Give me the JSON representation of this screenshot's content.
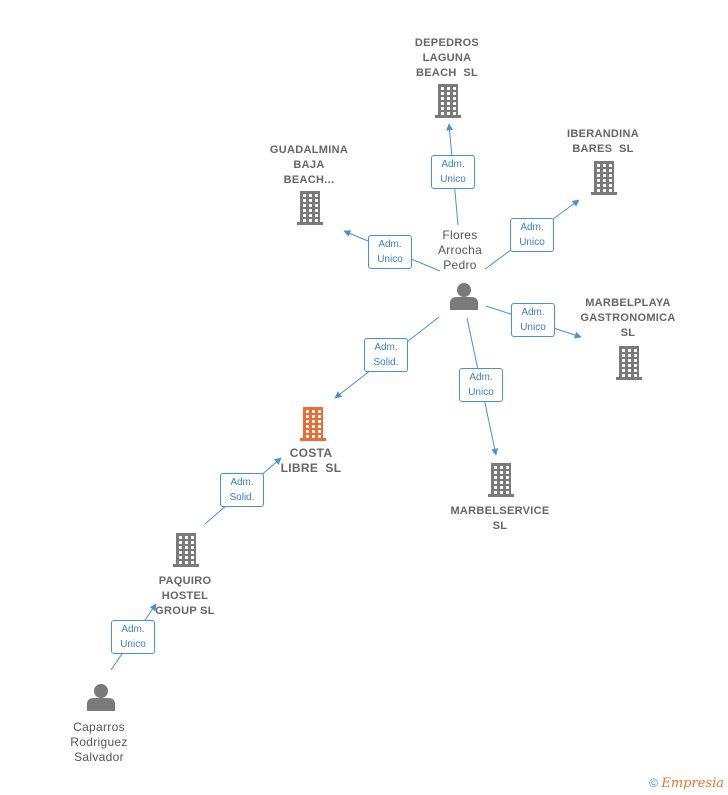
{
  "colors": {
    "edge": "#4a8fd9",
    "building": "#7a7a7a",
    "focus_building": "#f06a35",
    "person": "#7a7a7a"
  },
  "nodes": {
    "depedros": {
      "label_lines": [
        "DEPEDROS",
        "LAGUNA",
        "BEACH  SL"
      ],
      "icon": "building-icon"
    },
    "guadalmina": {
      "label_lines": [
        "GUADALMINA",
        "BAJA",
        "BEACH..."
      ],
      "icon": "building-icon"
    },
    "iberandina": {
      "label_lines": [
        "IBERANDINA",
        "BARES  SL"
      ],
      "icon": "building-icon"
    },
    "flores": {
      "label_lines": [
        "Flores",
        "Arrocha",
        "Pedro"
      ],
      "icon": "person-icon"
    },
    "marbelplaya": {
      "label_lines": [
        "MARBELPLAYA",
        "GASTRONOMICA",
        "SL"
      ],
      "icon": "building-icon"
    },
    "costa": {
      "label_lines": [
        "COSTA",
        "LIBRE  SL"
      ],
      "icon": "building-icon-highlighted"
    },
    "marbelservice": {
      "label_lines": [
        "MARBELSERVICE",
        "SL"
      ],
      "icon": "building-icon"
    },
    "paquiro": {
      "label_lines": [
        "PAQUIRO",
        "HOSTEL",
        "GROUP SL"
      ],
      "icon": "building-icon"
    },
    "caparros": {
      "label_lines": [
        "Caparros",
        "Rodriguez",
        "Salvador"
      ],
      "icon": "person-icon"
    }
  },
  "edges": [
    {
      "from": "flores",
      "to": "depedros",
      "label_lines": [
        "Adm.",
        "Unico"
      ]
    },
    {
      "from": "flores",
      "to": "guadalmina",
      "label_lines": [
        "Adm.",
        "Unico"
      ]
    },
    {
      "from": "flores",
      "to": "iberandina",
      "label_lines": [
        "Adm.",
        "Unico"
      ]
    },
    {
      "from": "flores",
      "to": "marbelplaya",
      "label_lines": [
        "Adm.",
        "Unico"
      ]
    },
    {
      "from": "flores",
      "to": "costa",
      "label_lines": [
        "Adm.",
        "Solid."
      ]
    },
    {
      "from": "flores",
      "to": "marbelservice",
      "label_lines": [
        "Adm.",
        "Unico"
      ]
    },
    {
      "from": "paquiro",
      "to": "costa",
      "label_lines": [
        "Adm.",
        "Solid."
      ]
    },
    {
      "from": "caparros",
      "to": "paquiro",
      "label_lines": [
        "Adm.",
        "Unico"
      ]
    }
  ],
  "footer": {
    "copyright": "©",
    "brand": "Empresia"
  }
}
